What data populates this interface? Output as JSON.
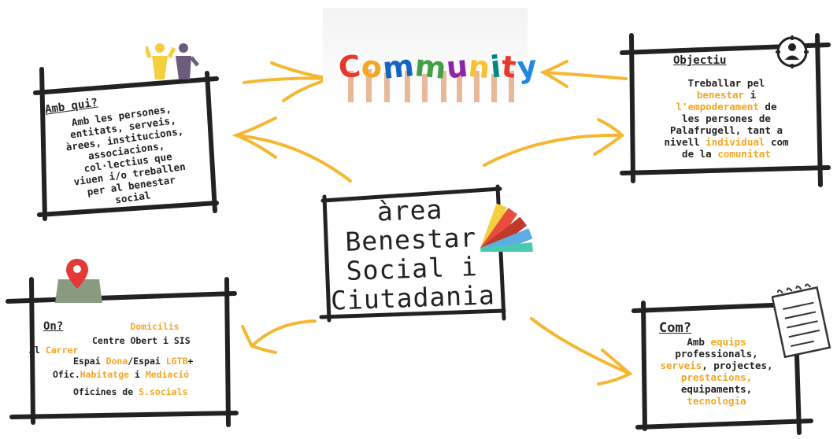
{
  "community": {
    "word": "Community",
    "letters": [
      "C",
      "o",
      "m",
      "m",
      "u",
      "n",
      "i",
      "t",
      "y"
    ],
    "colors": [
      "#e8372c",
      "#f5a623",
      "#1565c0",
      "#43a047",
      "#8e24aa",
      "#fbc02d",
      "#00897b",
      "#e8372c",
      "#1e88e5"
    ]
  },
  "center": {
    "lines": [
      "àrea",
      "Benestar",
      "Social i",
      "Ciutadania"
    ]
  },
  "amb_qui": {
    "title": "Amb qui?",
    "lines": [
      "Amb les persones,",
      "entitats, serveis,",
      "àrees, institucions,",
      "associacions,",
      "col·lectius que",
      "viuen i/o treballen",
      "per al benestar",
      "social"
    ]
  },
  "objectiu": {
    "title": "Objectiu",
    "l1": "Treballar pel",
    "l2": "benestar",
    "l2b": " i",
    "l3": "l'empoderament",
    "l3b": " de",
    "l4": "les persones de",
    "l5": "Palafrugell, tant a",
    "l6a": "nivell ",
    "l6b": "individual",
    "l6c": " com",
    "l7a": "de la ",
    "l7b": "comunitat"
  },
  "on": {
    "title": "On?",
    "domicilis": "Domicilis",
    "r2": "Centre Obert i SIS",
    "r3a": "Al ",
    "r3b": "Carrer",
    "r4a": "Espai ",
    "r4b": "Dona",
    "r4c": "/Espai ",
    "r4d": "LGTB",
    "r4e": "+",
    "r5a": "Ofic.",
    "r5b": "Habitatge",
    "r5c": " i ",
    "r5d": "Mediació",
    "r6a": "Oficines de ",
    "r6b": "S.socials"
  },
  "com": {
    "title": "Com?",
    "l1a": "Amb ",
    "l1b": "equips",
    "l2": "professionals,",
    "l3a": "serveis",
    "l3b": ", projectes,",
    "l4": "prestacions,",
    "l5": "equipaments,",
    "l6": "tecnologia"
  },
  "colors": {
    "accent": "#f5a623",
    "ink": "#222222"
  }
}
